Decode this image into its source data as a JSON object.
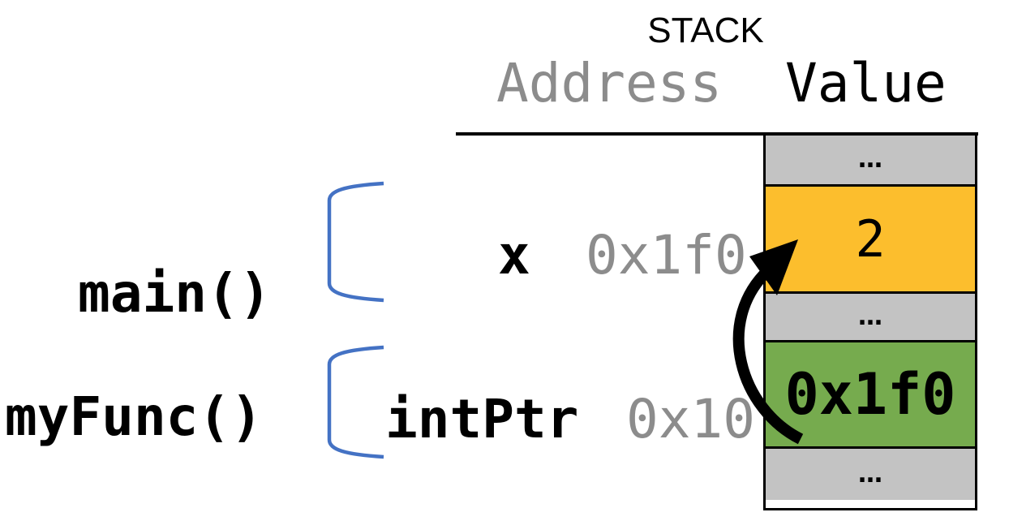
{
  "title": "STACK",
  "table": {
    "header": {
      "address_label": "Address",
      "value_label": "Value"
    },
    "cells": [
      {
        "value": "…",
        "color": "gray"
      },
      {
        "value": "2",
        "color": "orange"
      },
      {
        "value": "…",
        "color": "gray"
      },
      {
        "value": "0x1f0",
        "color": "green"
      },
      {
        "value": "…",
        "color": "gray"
      }
    ]
  },
  "frames": [
    {
      "label": "main()",
      "row": {
        "var_name": "x",
        "address": "0x1f0"
      }
    },
    {
      "label": "myFunc()",
      "row": {
        "var_name": "intPtr",
        "address": "0x10"
      }
    }
  ],
  "arrow": {
    "from_value": "0x1f0",
    "to_cell_value": "2"
  },
  "colors": {
    "cell_gray": "#C3C3C3",
    "cell_orange": "#FCBE2D",
    "cell_green": "#76AB4E",
    "bracket_blue": "#4472C4",
    "muted_text": "#8C8C8C",
    "ink": "#000000"
  }
}
